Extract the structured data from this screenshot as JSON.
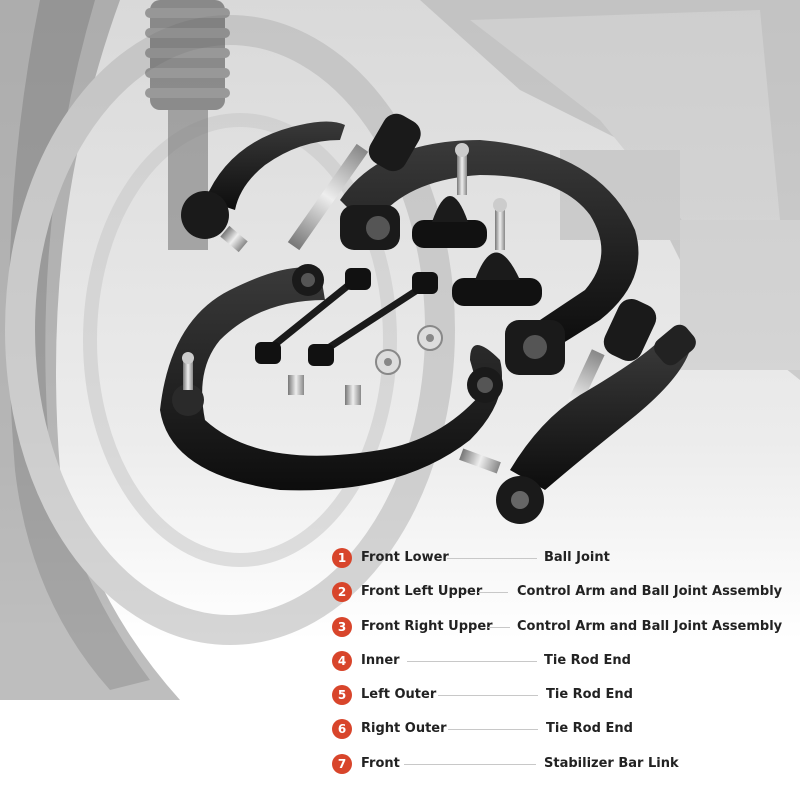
{
  "colors": {
    "badge": "#d8452b",
    "text": "#222222",
    "leader_line": "#c8c8c8"
  },
  "parts": [
    {
      "number": "1",
      "position": "Front Lower",
      "name": "Ball Joint"
    },
    {
      "number": "2",
      "position": "Front Left Upper",
      "name": "Control Arm and Ball Joint Assembly"
    },
    {
      "number": "3",
      "position": "Front Right Upper",
      "name": "Control Arm and Ball Joint Assembly"
    },
    {
      "number": "4",
      "position": " Inner",
      "name": "Tie Rod End"
    },
    {
      "number": "5",
      "position": "Left Outer",
      "name": "Tie Rod End"
    },
    {
      "number": "6",
      "position": "Right Outer",
      "name": "Tie Rod End"
    },
    {
      "number": "7",
      "position": "Front",
      "name": "Stabilizer Bar Link"
    }
  ]
}
